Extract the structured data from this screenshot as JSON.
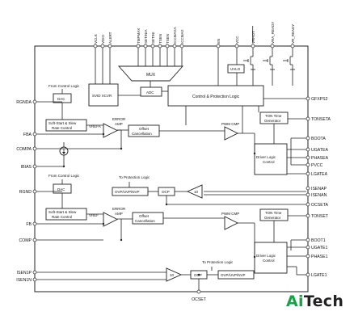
{
  "top_pins": [
    "VCLK",
    "VDIO",
    "ALERT",
    "TMPMAX",
    "SETINIA",
    "SETINI",
    "TSEN",
    "TSEN",
    "ICCMAXA",
    "ICCMAX",
    "EN",
    "VCC",
    "VRHOT",
    "VRA_READY",
    "VR_READY"
  ],
  "left_pins": {
    "rgnda": "RGNDA",
    "fba": "FBA",
    "compa": "COMPA",
    "ibias": "IBIAS",
    "rgnd": "RGND",
    "fb": "FB",
    "comp": "COMP",
    "isen1p": "ISEN1P",
    "isen1n": "ISEN1N"
  },
  "right_pins": {
    "gfxps2": "GFXPS2",
    "tonseta": "TONSETA",
    "bboota": "BOOTA",
    "ugatea": "UGATEA",
    "phasea": "PHASEA",
    "pvcc": "PVCC",
    "lgatea": "LGATEA",
    "isenap": "ISENAP",
    "isenan": "ISENAN",
    "ocseta": "OCSETA",
    "tonset": "TONSET",
    "boot1": "BOOT1",
    "ugate1": "UGATE1",
    "phase1": "PHASE1",
    "lgate1": "LGATE1"
  },
  "bottom_pin": "OCSET",
  "blocks": {
    "mux": "MUX",
    "uvlo": "UVLO",
    "svid": "SVID XCVR",
    "adc": "ADC",
    "cpl": "Control & Protection Logic",
    "dac_a": "DAC",
    "dac_b": "DAC",
    "from_ctrl_a": "From Control Logic",
    "from_ctrl_b": "From Control Logic",
    "ss_a": [
      "Soft-Start & Slew",
      "Rate Control"
    ],
    "ss_b": [
      "Soft-Start & Slew",
      "Rate Control"
    ],
    "error_amp_a": [
      "ERROR",
      "AMP"
    ],
    "error_amp_b": [
      "ERROR",
      "AMP"
    ],
    "vrefa": "VREFA",
    "vref": "VREF",
    "offset_a": [
      "Offset",
      "Cancellation"
    ],
    "offset_b": [
      "Offset",
      "Cancellation"
    ],
    "pwm_a": "PWM CMP",
    "pwm_b": "PWM CMP",
    "ton_a": [
      "TON Time",
      "Generator"
    ],
    "ton_b": [
      "TON Time",
      "Generator"
    ],
    "dlc_a": [
      "Driver Logic",
      "Control"
    ],
    "dlc_b": [
      "Driver Logic",
      "Control"
    ],
    "to_prot_a": "To Protection Logic",
    "to_prot_b": "To Protection Logic",
    "ovp_a": "OVP/UVP/NVP",
    "ovp_b": "OVP/UVP/NVP",
    "ocp_a": "OCP",
    "ocp_b": "OCP",
    "gain_a": "10",
    "gain_b": "10"
  },
  "logo": {
    "a": "Ai",
    "b": "Tech"
  },
  "colors": {
    "logo_green": "#1aa046",
    "logo_dark": "#222222"
  }
}
